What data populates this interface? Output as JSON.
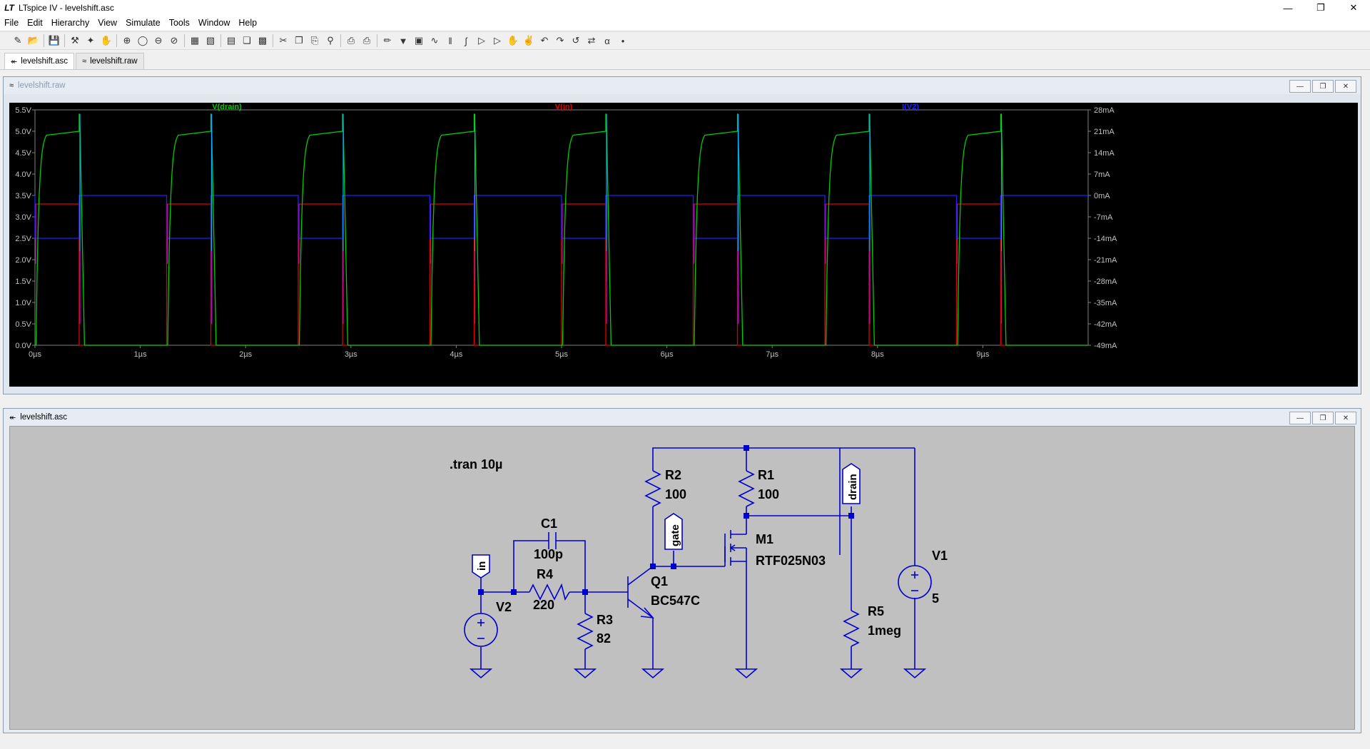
{
  "window": {
    "title": "LTspice IV - levelshift.asc"
  },
  "menu": [
    "File",
    "Edit",
    "Hierarchy",
    "View",
    "Simulate",
    "Tools",
    "Window",
    "Help"
  ],
  "tabs": [
    {
      "label": "levelshift.asc",
      "active": true
    },
    {
      "label": "levelshift.raw",
      "active": false
    }
  ],
  "plot_window": {
    "title": "levelshift.raw"
  },
  "schematic_window": {
    "title": "levelshift.asc"
  },
  "colors": {
    "drain": "#00cc00",
    "in": "#e00000",
    "iv2": "#2020ff",
    "cyan": "#00b0ff",
    "magenta": "#c000c0",
    "wire": "#0000cc",
    "grid": "#555555"
  },
  "chart_data": {
    "type": "line",
    "series": [
      {
        "name": "V(drain)",
        "color": "#00cc00",
        "high": 5.0,
        "low": 0.0,
        "axis": "left"
      },
      {
        "name": "V(in)",
        "color": "#e00000",
        "high": 3.3,
        "low": 0.0,
        "axis": "left"
      },
      {
        "name": "I(V2)",
        "color": "#2020ff",
        "high_ma": -14,
        "low_ma": 0,
        "axis": "right"
      }
    ],
    "period_us": 1.25,
    "pulse_width_us": 0.42,
    "pulse_starts_us": [
      0.0,
      1.25,
      2.5,
      3.75,
      5.0,
      6.25,
      7.5,
      8.75
    ],
    "xlim": [
      0,
      10
    ],
    "y_left_lim": [
      0,
      5.5
    ],
    "y_right_lim": [
      -49,
      28
    ],
    "x_ticks": [
      "0µs",
      "1µs",
      "2µs",
      "3µs",
      "4µs",
      "5µs",
      "6µs",
      "7µs",
      "8µs",
      "9µs"
    ],
    "y_left_ticks": [
      "0.0V",
      "0.5V",
      "1.0V",
      "1.5V",
      "2.0V",
      "2.5V",
      "3.0V",
      "3.5V",
      "4.0V",
      "4.5V",
      "5.0V",
      "5.5V"
    ],
    "y_right_ticks": [
      "-49mA",
      "-42mA",
      "-35mA",
      "-28mA",
      "-21mA",
      "-14mA",
      "-7mA",
      "0mA",
      "7mA",
      "14mA",
      "21mA",
      "28mA"
    ]
  },
  "schematic": {
    "directive": ".tran 10µ",
    "components": {
      "r2": {
        "name": "R2",
        "value": "100"
      },
      "r1": {
        "name": "R1",
        "value": "100"
      },
      "c1": {
        "name": "C1",
        "value": "100p"
      },
      "r4": {
        "name": "R4",
        "value": "220"
      },
      "r3": {
        "name": "R3",
        "value": "82"
      },
      "q1": {
        "name": "Q1",
        "value": "BC547C"
      },
      "m1": {
        "name": "M1",
        "value": "RTF025N03"
      },
      "v1": {
        "name": "V1",
        "value": "5"
      },
      "v2": {
        "name": "V2"
      },
      "r5": {
        "name": "R5",
        "value": "1meg"
      }
    },
    "net_labels": {
      "drain": "drain",
      "gate": "gate",
      "in": "in"
    }
  }
}
